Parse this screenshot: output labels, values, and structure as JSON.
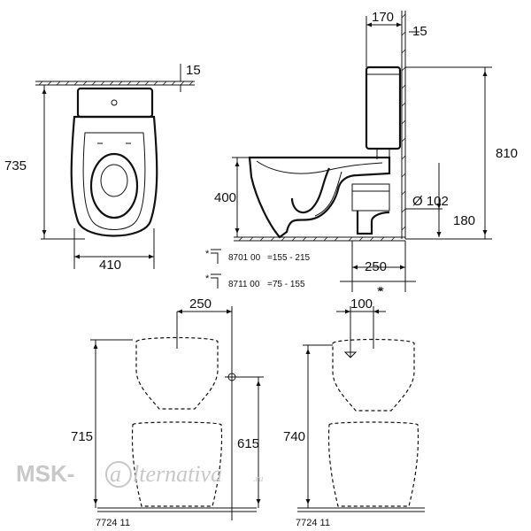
{
  "dimensions": {
    "top_view": {
      "width": "410",
      "depth": "735",
      "wall_gap": "15"
    },
    "side_view": {
      "cistern_depth": "170",
      "wall_offset": "15",
      "total_height": "810",
      "outlet_height": "400",
      "outlet_diameter": "Ø 102",
      "outlet_axis": "180",
      "outlet_distance": "250"
    },
    "front_left": {
      "supply_offset": "250",
      "height": "715",
      "supply_height": "615",
      "code": "7724 11"
    },
    "front_right": {
      "supply_offset": "100",
      "height": "740",
      "code": "7724 11"
    },
    "marker": "*"
  },
  "fittings": [
    {
      "marker": "*",
      "code": "8701 00",
      "range": "=155 - 215"
    },
    {
      "marker": "*",
      "code": "8711 00",
      "range": "=75 -  155"
    }
  ],
  "watermark": {
    "prefix": "MSK-",
    "logo_letter": "a",
    "suffix": "lternativa",
    "domain": ".ru"
  },
  "colors": {
    "line": "#111111",
    "watermark": "#c8c8c8"
  }
}
